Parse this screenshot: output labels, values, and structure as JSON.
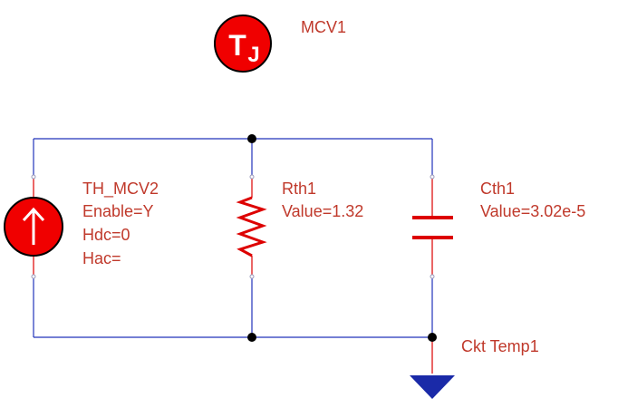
{
  "components": {
    "mcv1": {
      "label": "MCV1",
      "symbol_text": "T",
      "symbol_sub": "J",
      "icon": "thermal-monitor-icon"
    },
    "th_mcv2": {
      "name": "TH_MCV2",
      "enable": "Enable=Y",
      "hdc": "Hdc=0",
      "hac": "Hac=",
      "icon": "heat-source-arrow-icon"
    },
    "rth1": {
      "name": "Rth1",
      "value": "Value=1.32",
      "icon": "resistor-icon"
    },
    "cth1": {
      "name": "Cth1",
      "value": "Value=3.02e-5",
      "icon": "capacitor-icon"
    },
    "ground": {
      "name": "Ckt Temp1",
      "icon": "ground-triangle-icon"
    }
  },
  "colors": {
    "wire": "#2233bb",
    "component": "#dd0000",
    "label": "#c0392b",
    "ground": "#1a2aa8",
    "node": "#000000"
  }
}
